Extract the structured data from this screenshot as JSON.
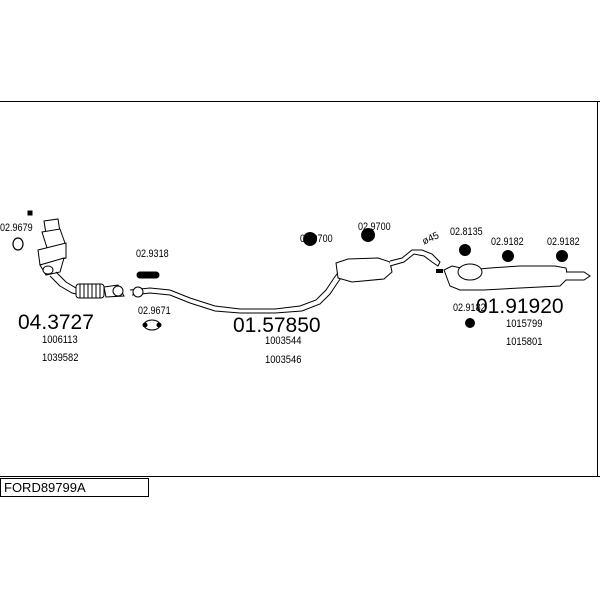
{
  "diagram_code": "FORD89799A",
  "small_part_labels": {
    "clamp_left": "02.9679",
    "hanger_front": "02.9318",
    "gasket_front": "02.9671",
    "hanger_mid_1": "02.9700",
    "hanger_mid_2": "02.9700",
    "pipe_diameter": "ø45",
    "clamp_rear": "02.8135",
    "hanger_rear_1": "02.9182",
    "hanger_rear_2": "02.9182",
    "hanger_rear_3": "02.9182"
  },
  "assemblies": [
    {
      "part_number": "04.3727",
      "refs": [
        "1006113",
        "1039582"
      ]
    },
    {
      "part_number": "01.57850",
      "refs": [
        "1003544",
        "1003546"
      ]
    },
    {
      "part_number": "01.91920",
      "refs": [
        "1015799",
        "1015801"
      ]
    }
  ]
}
